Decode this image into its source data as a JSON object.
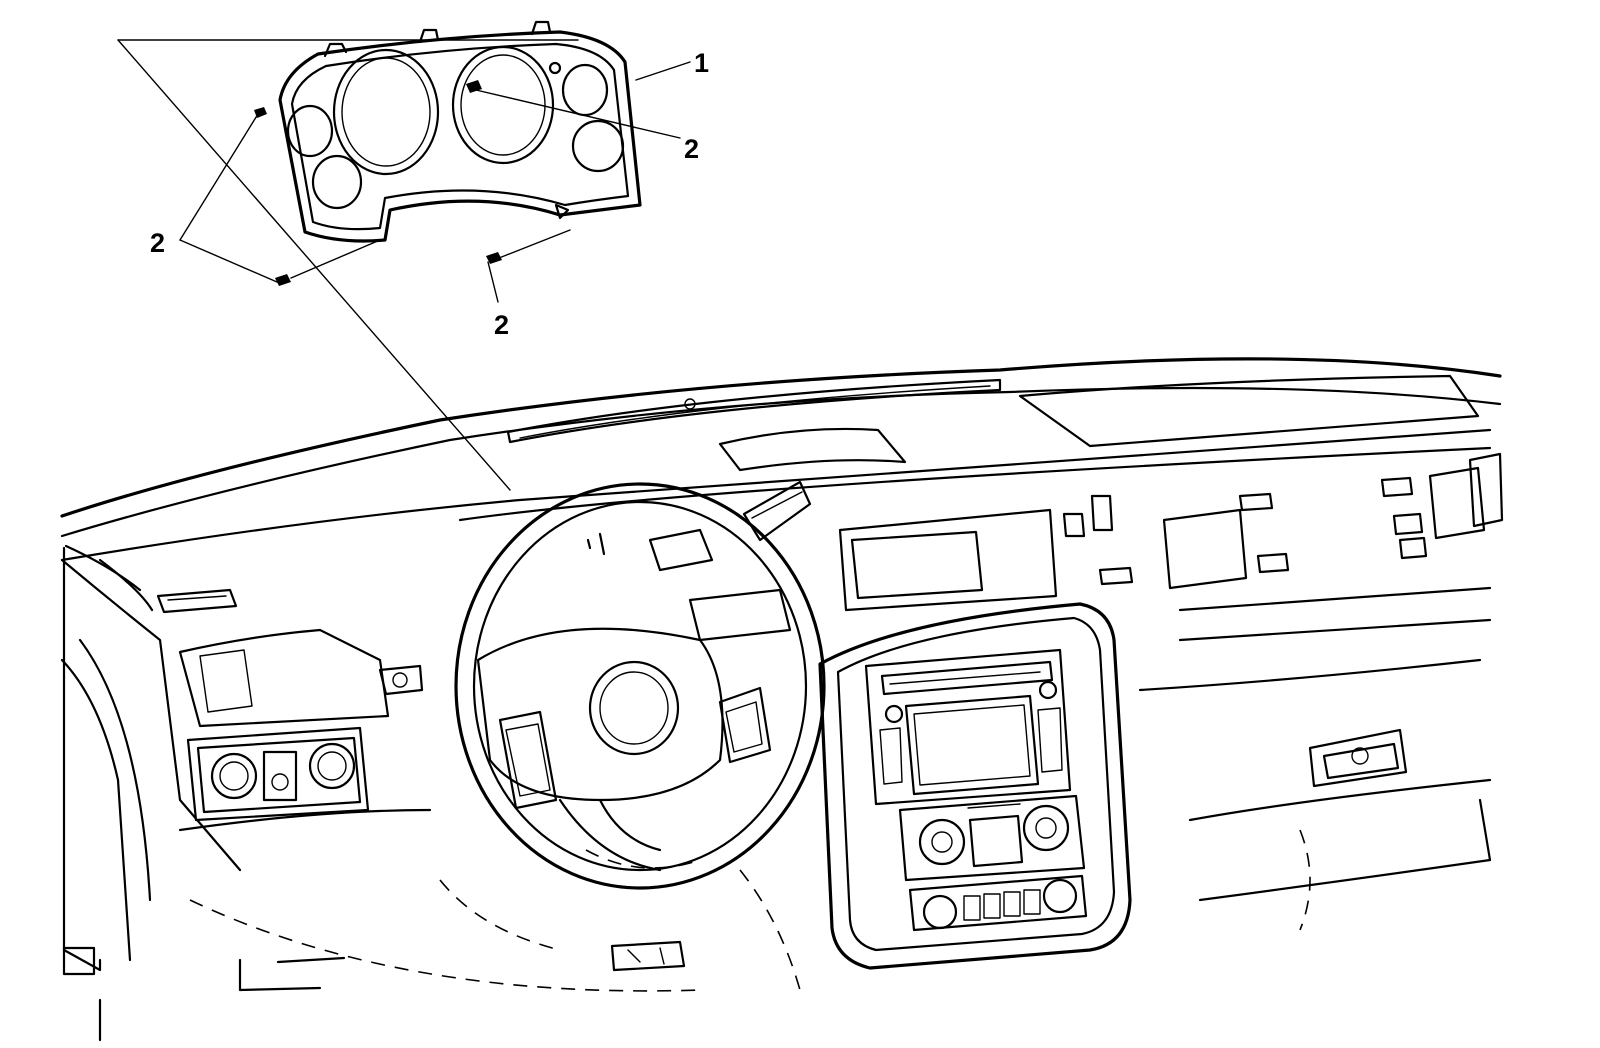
{
  "diagram": {
    "callouts": [
      {
        "id": "1",
        "label": "1"
      },
      {
        "id": "2a",
        "label": "2"
      },
      {
        "id": "2b",
        "label": "2"
      },
      {
        "id": "2c",
        "label": "2"
      }
    ]
  }
}
